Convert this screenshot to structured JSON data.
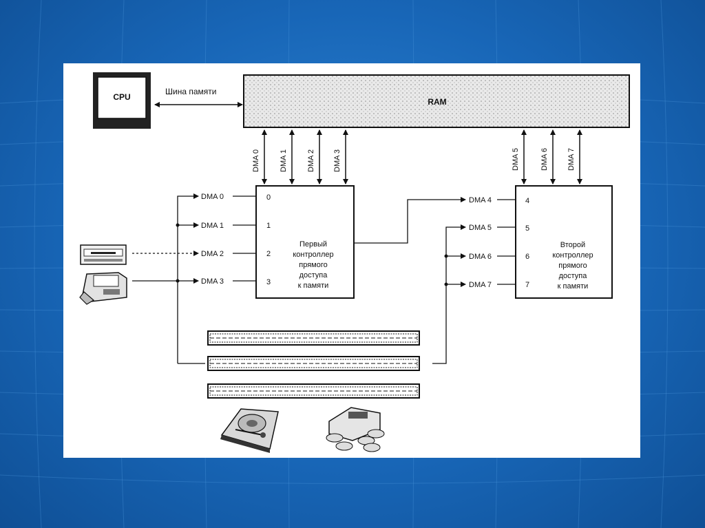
{
  "diagram": {
    "cpu_label": "CPU",
    "memory_bus_label": "Шина памяти",
    "ram_label": "RAM",
    "top_channels_left": [
      "DMA 0",
      "DMA 1",
      "DMA 2",
      "DMA 3"
    ],
    "top_channels_right": [
      "DMA 5",
      "DMA 6",
      "DMA 7"
    ],
    "left_inputs": [
      "DMA 0",
      "DMA 1",
      "DMA 2",
      "DMA 3"
    ],
    "right_inputs": [
      "DMA  4",
      "DMA  5",
      "DMA 6",
      "DMA 7"
    ],
    "controller1_ports": [
      "0",
      "1",
      "2",
      "3"
    ],
    "controller2_ports": [
      "4",
      "5",
      "6",
      "7"
    ],
    "controller1_lines": [
      "Первый",
      "контроллер",
      "прямого",
      "доступа",
      "к памяти"
    ],
    "controller2_lines": [
      "Второй",
      "контроллер",
      "прямого",
      "доступа",
      "к памяти"
    ]
  }
}
